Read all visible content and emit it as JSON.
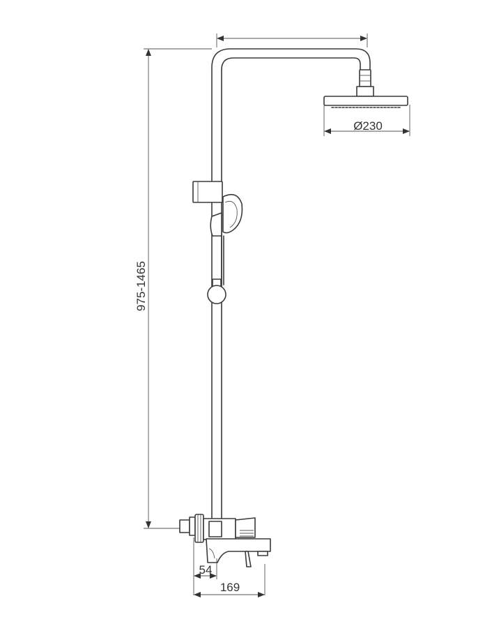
{
  "drawing": {
    "subject": "shower-column-technical-drawing",
    "dimensions": {
      "height_range": "975-1465",
      "shower_head_diameter": "Ø230",
      "spout_offset": "54",
      "spout_reach": "169"
    }
  }
}
